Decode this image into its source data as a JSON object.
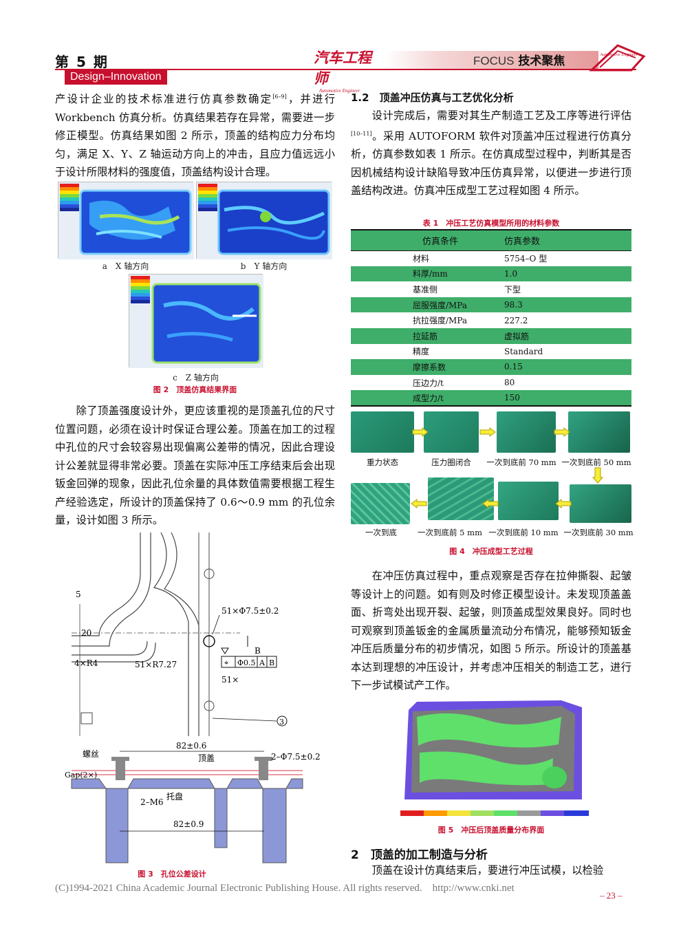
{
  "header": {
    "issue": "第 5 期",
    "tag": "Design–Innovation",
    "logo_main": "汽车工程师",
    "logo_sub": "Automotive Engineer",
    "focus_en": "FOCUS",
    "focus_cn": "技术聚焦",
    "brand_small": "Automotive Engineer"
  },
  "left": {
    "p1": "产设计企业的技术标准进行仿真参数确定",
    "p1_ref": "[6–9]",
    "p1b": "，并进行Workbench 仿真分析。仿真结果若存在异常，需要进一步修正模型。仿真结果如图 2 所示，顶盖的结构应力分布均匀，满足 X、Y、Z 轴运动方向上的冲击，且应力值远远小于设计所限材料的强度值，顶盖结构设计合理。",
    "fig2a": "a　X 轴方向",
    "fig2b": "b　Y 轴方向",
    "fig2c": "c　Z 轴方向",
    "fig2_caption": "图 2　顶盖仿真结果界面",
    "p2": "除了顶盖强度设计外，更应该重视的是顶盖孔位的尺寸位置问题，必须在设计时保证合理公差。顶盖在加工的过程中孔位的尺寸会较容易出现偏离公差带的情况，因此合理设计公差就显得非常必要。顶盖在实际冲压工序结束后会出现钣金回弹的现象，因此孔位余量的具体数值需要根据工程生产经验选定，所设计的顶盖保持了 0.6～0.9 mm 的孔位余量，设计如图 3 所示。",
    "fig3_caption": "图 3　孔位公差设计",
    "fig3": {
      "d5": "5",
      "d20": "20",
      "r4": "4×R4",
      "r727": "51×R7.27",
      "hole": "51×Φ7.5±0.2",
      "b": "B",
      "tol_sym": "⌖",
      "tol_val": "Φ0.5",
      "tol_a": "A",
      "tol_b": "B",
      "count": "51×",
      "circ3": "3",
      "top_dim": "82±0.6",
      "screw": "螺丝",
      "roof": "顶盖",
      "hole2": "2–Φ7.5±0.2",
      "gap": "Gap(2×)",
      "tray": "托盘",
      "m6": "2–M6",
      "bot_dim": "82±0.9"
    }
  },
  "right": {
    "h12": "1.2　顶盖冲压仿真与工艺优化分析",
    "p3a": "设计完成后，需要对其生产制造工艺及工序等进行评估",
    "p3_ref": "[10–11]",
    "p3b": "。采用 AUTOFORM 软件对顶盖冲压过程进行仿真分析，仿真参数如表 1 所示。在仿真成型过程中，判断其是否因机械结构设计缺陷导致冲压仿真异常，以便进一步进行顶盖结构改进。仿真冲压成型工艺过程如图 4 所示。",
    "table1_title": "表 1　冲压工艺仿真模型所用的材料参数",
    "table1_headers": [
      "仿真条件",
      "仿真参数"
    ],
    "table1_rows": [
      [
        "材料",
        "5754–O 型"
      ],
      [
        "料厚/mm",
        "1.0"
      ],
      [
        "基准侧",
        "下型"
      ],
      [
        "屈服强度/MPa",
        "98.3"
      ],
      [
        "抗拉强度/MPa",
        "227.2"
      ],
      [
        "拉延筋",
        "虚拟筋"
      ],
      [
        "精度",
        "Standard"
      ],
      [
        "摩擦系数",
        "0.15"
      ],
      [
        "压边力/t",
        "80"
      ],
      [
        "成型力/t",
        "150"
      ]
    ],
    "fig4_labels_top": [
      "重力状态",
      "压力圈闭合",
      "一次到底前 70 mm",
      "一次到底前 50 mm"
    ],
    "fig4_labels_bot": [
      "一次到底",
      "一次到底前 5 mm",
      "一次到底前 10 mm",
      "一次到底前 30 mm"
    ],
    "fig4_caption": "图 4　冲压成型工艺过程",
    "p4": "在冲压仿真过程中，重点观察是否存在拉伸撕裂、起皱等设计上的问题。如有则及时修正模型设计。未发现顶盖盖面、折弯处出现开裂、起皱，则顶盖成型效果良好。同时也可观察到顶盖钣金的金属质量流动分布情况，能够预知钣金冲压后质量分布的初步情况，如图 5 所示。所设计的顶盖基本达到理想的冲压设计，并考虑冲压相关的制造工艺，进行下一步试模试产工作。",
    "fig5_caption": "图 5　冲压后顶盖质量分布界面",
    "h2": "2　顶盖的加工制造与分析",
    "p5": "顶盖在设计仿真结束后，要进行冲压试模，以检验"
  },
  "footer": {
    "copyright": "(C)1994-2021 China Academic Journal Electronic Publishing House. All rights reserved.　http://www.cnki.net",
    "page": "– 23 –"
  }
}
